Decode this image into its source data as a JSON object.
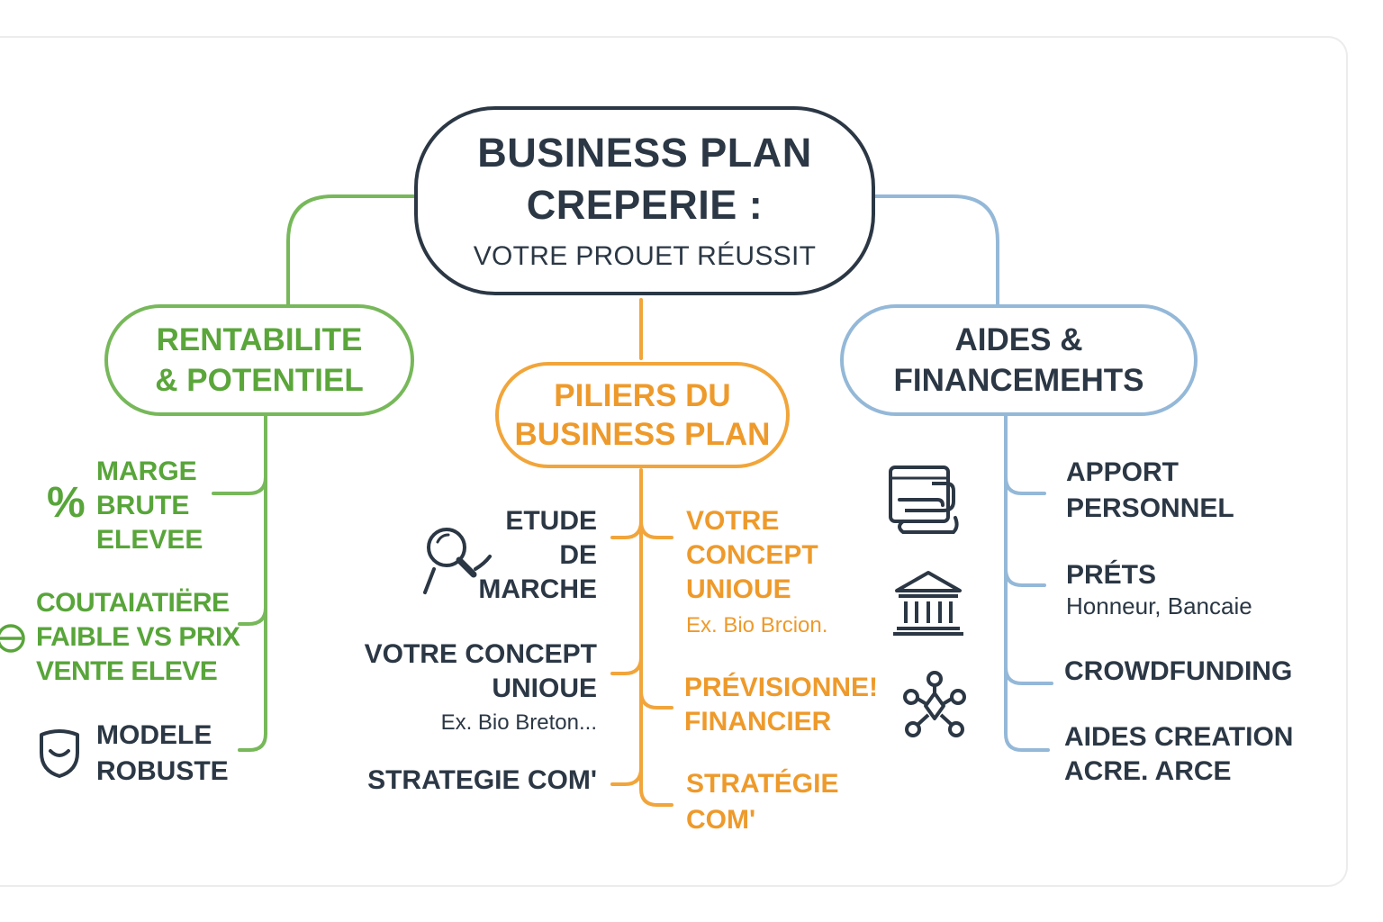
{
  "central": {
    "line1": "BUSINESS PLAN",
    "line2": "CREPERIE :",
    "line3": "VOTRE PROUET RÉUSSIT"
  },
  "left_branch": {
    "line1": "RENTABILITE",
    "line2": "& POTENTIEL",
    "items": [
      {
        "lines": [
          "MARGE",
          "BRUTE",
          "ELEVEE"
        ],
        "icon": "percent-icon"
      },
      {
        "lines": [
          "COUTAIATIËRE",
          "FAIBLE VS PRIX",
          "VENTE ELEVE"
        ],
        "icon": "minus-circle-icon"
      },
      {
        "lines": [
          "MODELE",
          "ROBUSTE"
        ],
        "icon": "shield-icon"
      }
    ]
  },
  "middle_branch": {
    "line1": "PILIERS DU",
    "line2": "BUSINESS PLAN",
    "left_items": [
      {
        "lines": [
          "ETUDE",
          "DE",
          "MARCHE"
        ],
        "icon": "magnifier-icon"
      },
      {
        "lines": [
          "VOTRE CONCEPT",
          "UNIOUE"
        ],
        "sub": "Ex. Bio  Breton..."
      },
      {
        "lines": [
          "STRATEGIE COM'"
        ]
      }
    ],
    "right_items": [
      {
        "lines": [
          "VOTRE",
          "CONCEPT",
          "UNIOUE"
        ],
        "sub": "Ex. Bio  Brcion."
      },
      {
        "lines": [
          "PRÉVISIONNE!",
          "FINANCIER"
        ]
      },
      {
        "lines": [
          "STRATÉGIE",
          "COM'"
        ]
      }
    ]
  },
  "right_branch": {
    "line1": "AIDES &",
    "line2": "FINANCEMEHTS",
    "items": [
      {
        "lines": [
          "APPORT",
          "PERSONNEL"
        ],
        "icon": "document-hand-icon"
      },
      {
        "lines": [
          "PRÉTS"
        ],
        "sub": "Honneur, Bancaie",
        "icon": "bank-icon"
      },
      {
        "lines": [
          "CROWDFUNDING"
        ],
        "icon": "network-icon"
      },
      {
        "lines": [
          "AIDES CREATION",
          "ACRE. ARCE"
        ]
      }
    ]
  },
  "colors": {
    "dark": "#2b3744",
    "green": "#77b85a",
    "green_text": "#58a53a",
    "orange": "#f1a53a",
    "blue": "#94b8d8"
  }
}
